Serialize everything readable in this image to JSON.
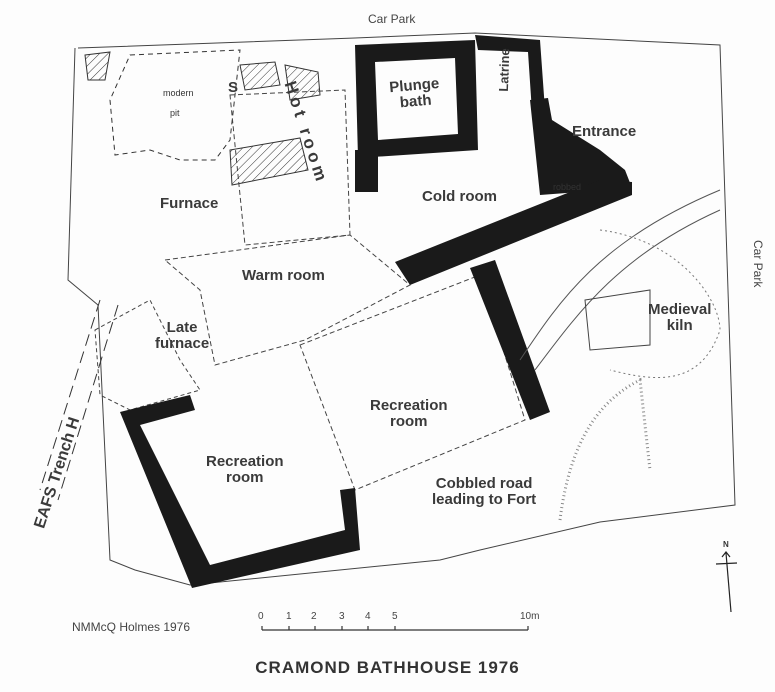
{
  "title": "CRAMOND BATHHOUSE 1976",
  "credit": "NMMcQ Holmes 1976",
  "edge_labels": {
    "top": "Car Park",
    "right": "Car Park",
    "left": "EAFS Trench H"
  },
  "rooms": {
    "modern_pit_1": "modern",
    "modern_pit_2": "pit",
    "hot_room": "Hot room",
    "plunge_1": "Plunge",
    "plunge_2": "bath",
    "latrine": "Latrine",
    "entrance": "Entrance",
    "robbed": "robbed",
    "cold_room": "Cold room",
    "furnace": "Furnace",
    "warm_room": "Warm room",
    "late_furnace_1": "Late",
    "late_furnace_2": "furnace",
    "medieval_1": "Medieval",
    "medieval_2": "kiln",
    "rec_right_1": "Recreation",
    "rec_right_2": "room",
    "rec_left_1": "Recreation",
    "rec_left_2": "room",
    "road_1": "Cobbled road",
    "road_2": "leading to Fort",
    "mark_s": "S"
  },
  "scale_bar": {
    "ticks": [
      "0",
      "1",
      "2",
      "3",
      "4",
      "5",
      "10m"
    ],
    "unit": "m"
  },
  "north_arrow": {
    "label": "N",
    "icon": "north-arrow-icon"
  },
  "colors": {
    "wall": "#1a1a1a",
    "line": "#333333",
    "background": "#fdfdfd"
  }
}
